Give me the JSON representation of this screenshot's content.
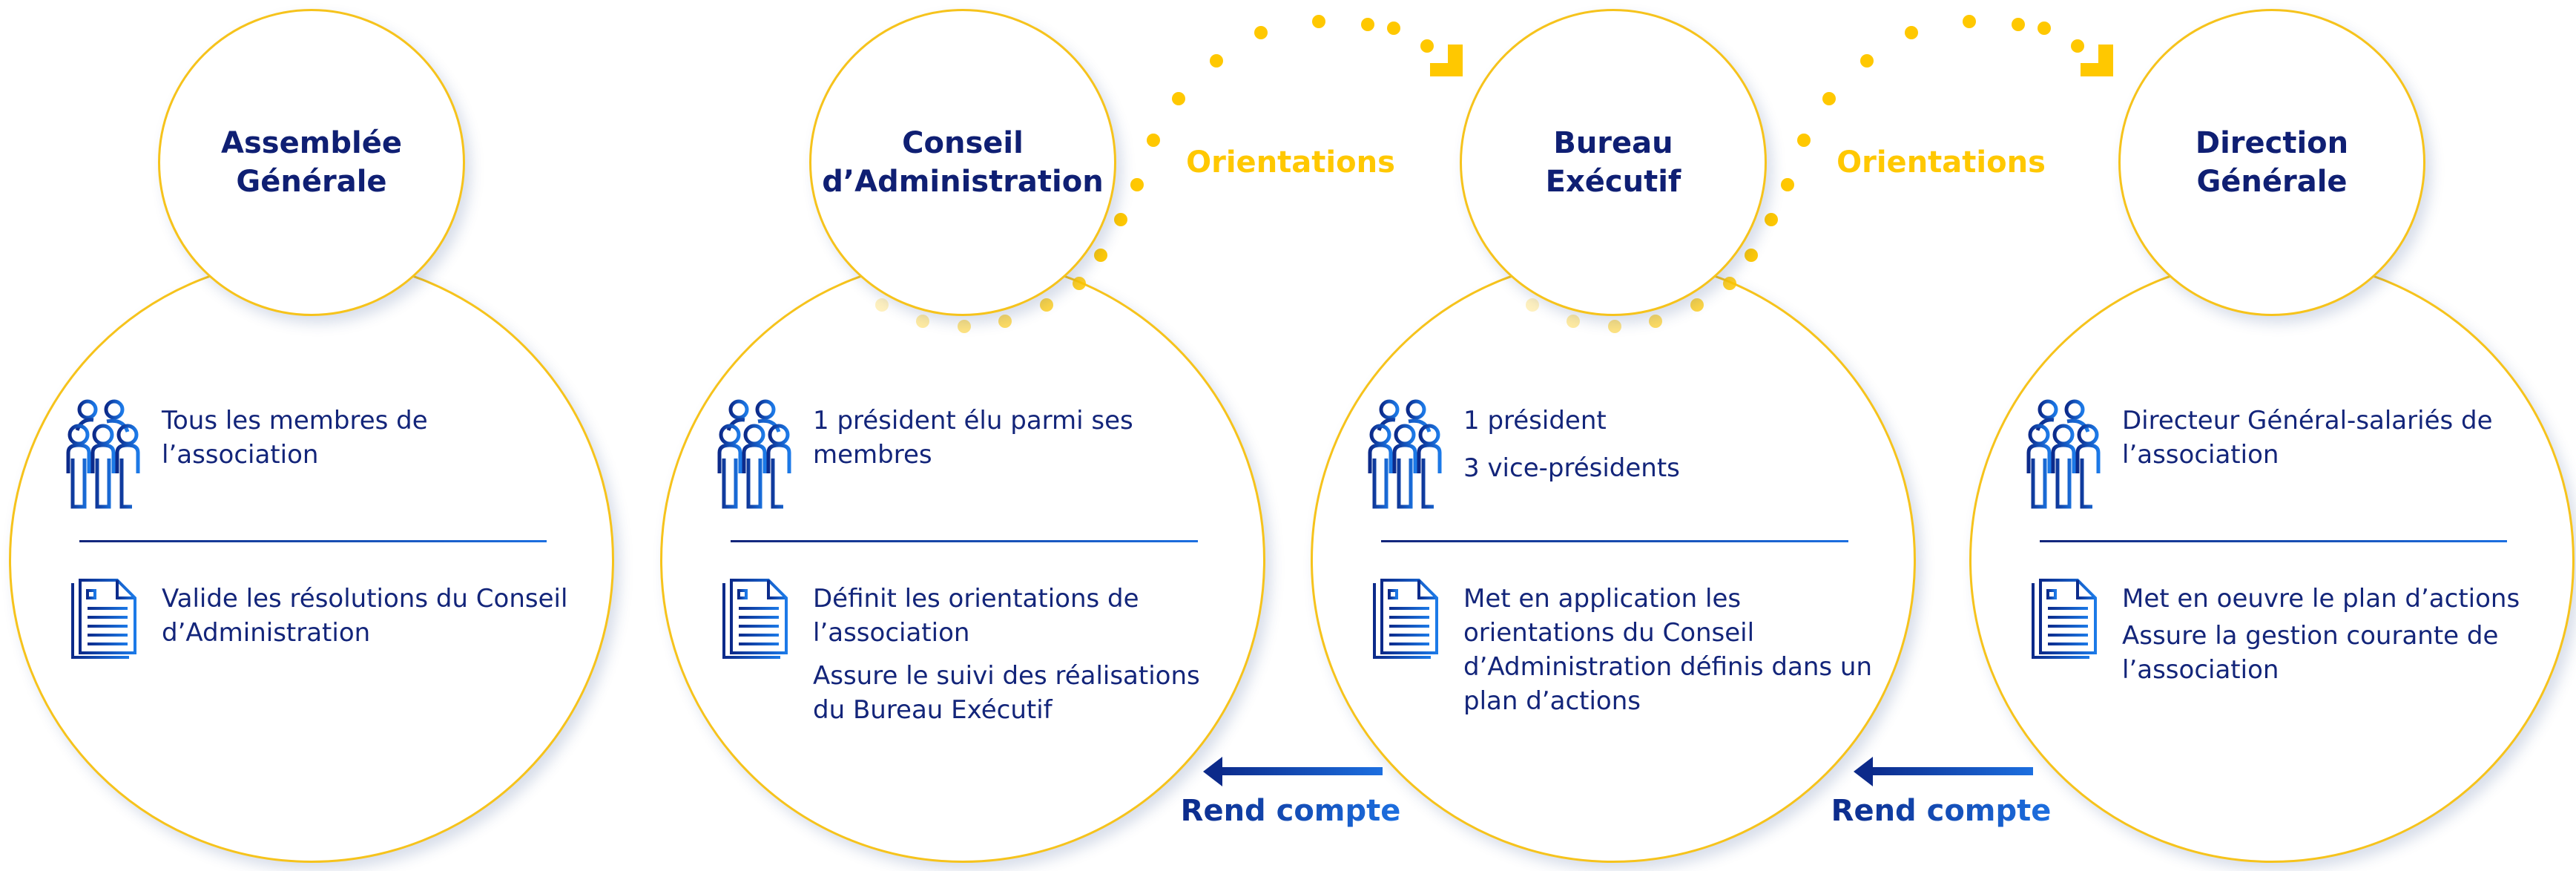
{
  "colors": {
    "navy": "#0f1f73",
    "blue": "#1c6fe0",
    "yellow": "#ffc800",
    "circle_border": "#f6c31c"
  },
  "flow": {
    "orientations_label": "Orientations",
    "rend_compte_label": "Rend compte"
  },
  "columns": [
    {
      "title": [
        "Assemblée",
        "Générale"
      ],
      "members": [
        "Tous les membres de l’association"
      ],
      "roles": [
        "Valide les résolutions du Conseil d’Administration"
      ],
      "members_icon": "people-group-icon",
      "roles_icon": "document-icon"
    },
    {
      "title": [
        "Conseil",
        "d’Administration"
      ],
      "members": [
        "1 président élu parmi ses membres"
      ],
      "roles": [
        "Définit les orientations de l’association",
        "Assure le suivi des réalisations du Bureau Exécutif"
      ],
      "members_icon": "people-group-icon",
      "roles_icon": "document-icon"
    },
    {
      "title": [
        "Bureau",
        "Exécutif"
      ],
      "members": [
        "1 président",
        "3 vice-présidents"
      ],
      "roles": [
        "Met en application les orientations du Conseil d’Administration définis dans un plan d’actions"
      ],
      "members_icon": "people-group-icon",
      "roles_icon": "document-icon"
    },
    {
      "title": [
        "Direction",
        "Générale"
      ],
      "members": [
        "Directeur Général-salariés de l’association"
      ],
      "roles": [
        "Met en oeuvre le plan d’actions",
        "Assure la gestion courante de l’association"
      ],
      "members_icon": "people-group-icon",
      "roles_icon": "document-icon"
    }
  ]
}
